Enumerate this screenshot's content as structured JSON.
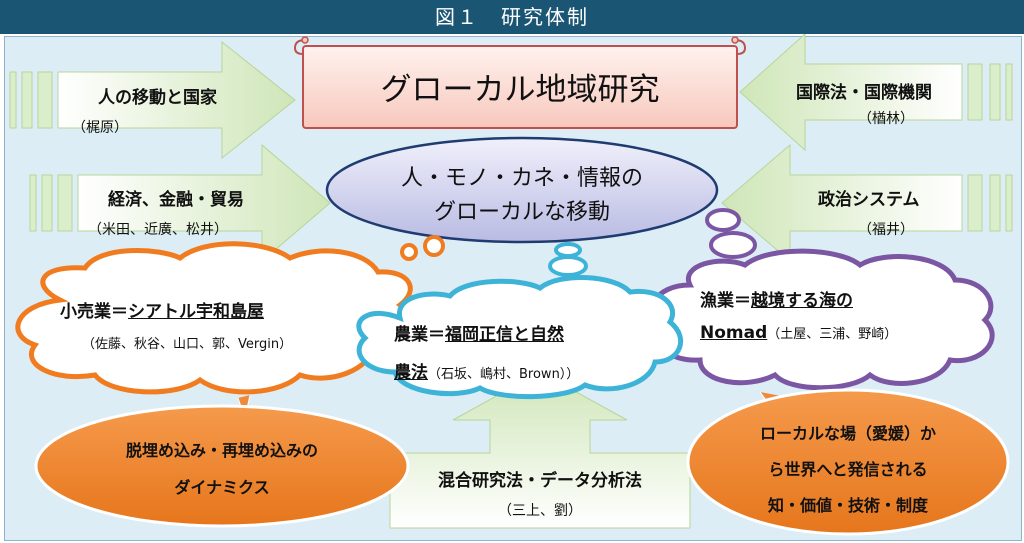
{
  "header": {
    "title": "図１　研究体制"
  },
  "center_banner": {
    "title": "グローカル地域研究"
  },
  "left_arrows": [
    {
      "title": "人の移動と国家",
      "people": "（梶原）"
    },
    {
      "title": "経済、金融・貿易",
      "people": "（米田、近廣、松井）"
    }
  ],
  "right_arrows": [
    {
      "title": "国際法・国際機関",
      "people": "（楢林）"
    },
    {
      "title": "政治システム",
      "people": "（福井）"
    }
  ],
  "center_ellipse": {
    "line1": "人・モノ・カネ・情報の",
    "line2": "グローカルな移動"
  },
  "clouds": {
    "retail": {
      "title_prefix": "小売業＝",
      "title_link": "シアトル宇和島屋",
      "people": "（佐藤、秋谷、山口、郭、Vergin）"
    },
    "agriculture": {
      "title_prefix": "農業＝",
      "title_link_1": "福岡正信と自然",
      "title_link_2": "農法",
      "people": "（石坂、嶋村、Brown））"
    },
    "fishery": {
      "title_prefix": "漁業＝",
      "title_link_1": "越境する海の",
      "title_link_2": "Nomad",
      "people": "（土屋、三浦、野崎）"
    }
  },
  "bottom_left_ellipse": {
    "line1": "脱埋め込み・再埋め込みの",
    "line2": "ダイナミクス"
  },
  "bottom_right_ellipse": {
    "line1": "ローカルな場（愛媛）か",
    "line2": "ら世界へと発信される",
    "line3": "知・価値・技術・制度"
  },
  "bottom_arrow": {
    "title": "混合研究法・データ分析法",
    "people": "（三上、劉）"
  },
  "colors": {
    "header": "#1a5673",
    "background": "#dcedf6",
    "arrow_fill": "#dbeecb",
    "banner_fill": "#fde4de",
    "banner_border": "#c0504d",
    "ellipse_fill": "#d5d6f0",
    "ellipse_border": "#1f3b70",
    "orange": "#f07c1f",
    "orange_fill": "#ee8a3a",
    "cyan": "#3eb3d8",
    "purple": "#7b56a3"
  }
}
